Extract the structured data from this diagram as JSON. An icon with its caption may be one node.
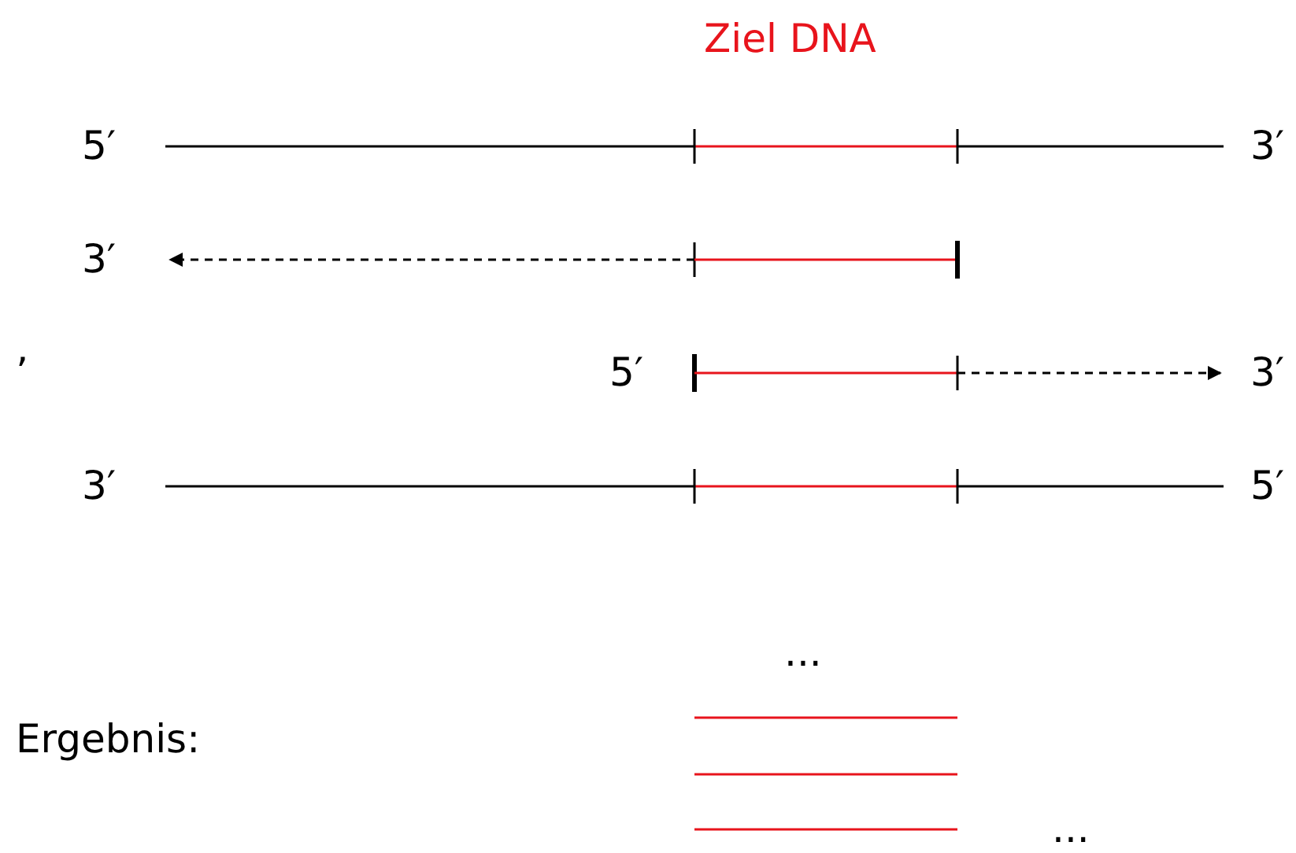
{
  "diagram": {
    "labels": [
      "Ziel DNA",
      "5′",
      "3′",
      "3′",
      "’",
      "5′",
      "3′",
      "3′",
      "5′",
      "...",
      "Ergebnis:",
      "..."
    ]
  }
}
